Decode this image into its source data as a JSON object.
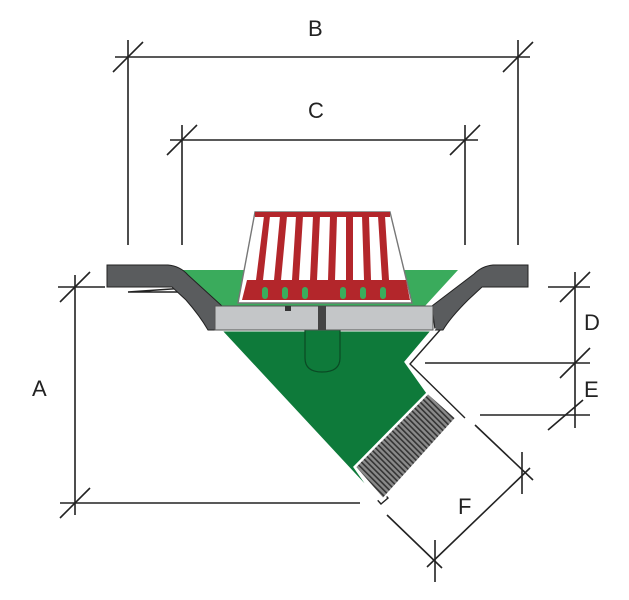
{
  "diagram": {
    "dimension_labels": {
      "A": "A",
      "B": "B",
      "C": "C",
      "D": "D",
      "E": "E",
      "F": "F"
    },
    "colors": {
      "body_green": "#0e7a3a",
      "pool_green": "#3aab5c",
      "strainer_red": "#b3262b",
      "flange_gray": "#5a5c5e",
      "ring_gray": "#c4c6c8",
      "thread_gray": "#6a6a6a"
    }
  }
}
